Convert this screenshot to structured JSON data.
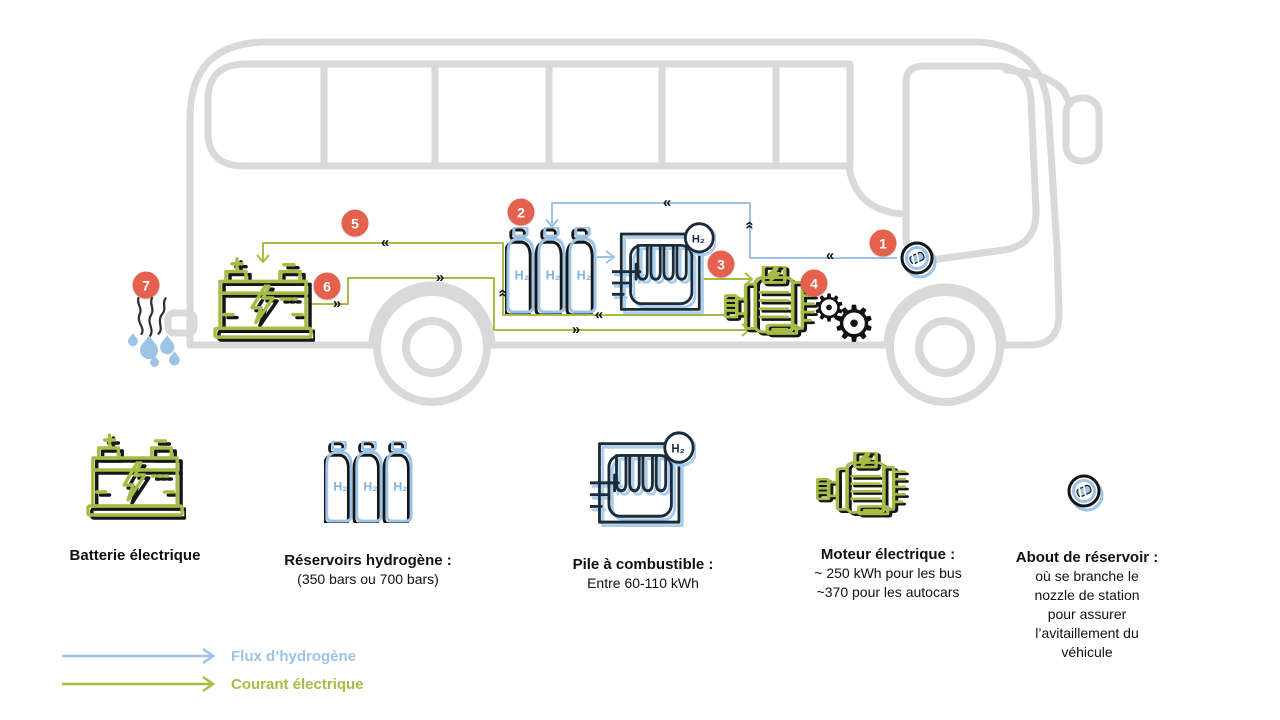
{
  "colors": {
    "hydrogen-blue": "#9DC3E6",
    "electric-green": "#A6BD45",
    "marker-red": "#E6604E",
    "bus-gray": "#D9D9D9",
    "h2-text-blue": "#7FB3E4",
    "fuelcell-dark": "#1B2B38",
    "fuelcell-blue": "#A9CDEE"
  },
  "markers": [
    "1",
    "2",
    "3",
    "4",
    "5",
    "6",
    "7"
  ],
  "glyphs": {
    "h2": "H₂",
    "gear": "⚙",
    "chev_left": "«",
    "chev_right": "»"
  },
  "legend": [
    {
      "label": "Flux d’hydrogène"
    },
    {
      "label": "Courant électrique"
    }
  ],
  "captions": [
    {
      "title": "Batterie électrique",
      "lines": []
    },
    {
      "title": "Réservoirs hydrogène :",
      "lines": [
        "(350 bars ou 700 bars)"
      ]
    },
    {
      "title": "Pile à combustible :",
      "lines": [
        "Entre 60-110 kWh"
      ]
    },
    {
      "title": "Moteur électrique :",
      "lines": [
        "~ 250 kWh pour les bus",
        "~370 pour les autocars"
      ]
    },
    {
      "title": "About de réservoir :",
      "lines": [
        "où se branche le",
        "nozzle de station",
        "pour assurer",
        "l’avitaillement du",
        "véhicule"
      ]
    }
  ]
}
